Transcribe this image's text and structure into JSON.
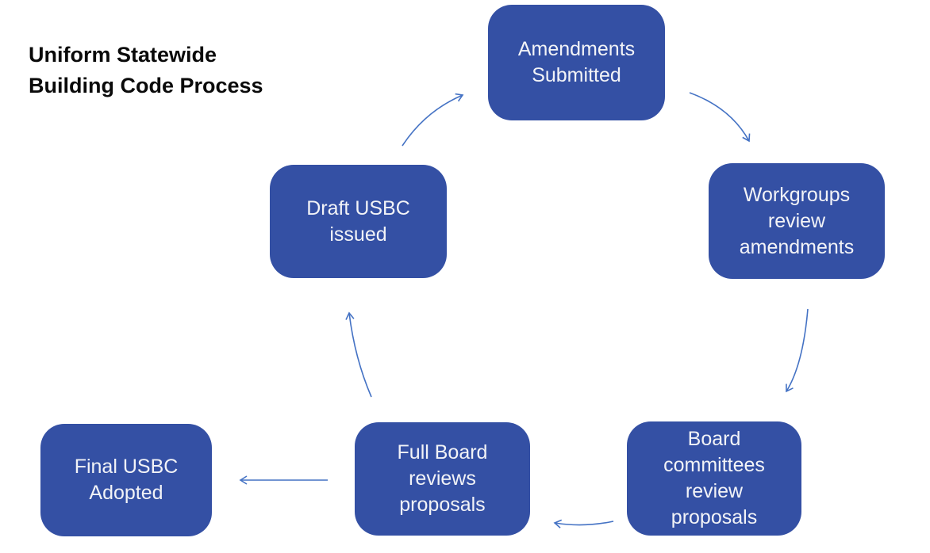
{
  "title": "Uniform Statewide\nBuilding Code Process",
  "colors": {
    "node_fill": "#3450A4",
    "node_text": "#F2F3F7",
    "arrow": "#4472C4",
    "title_text": "#0A0A0A",
    "background": "#FFFFFF"
  },
  "diagram": {
    "type": "cycle",
    "nodes": [
      {
        "id": "amendments-submitted",
        "label": "Amendments\nSubmitted"
      },
      {
        "id": "workgroups-review",
        "label": "Workgroups\nreview\namendments"
      },
      {
        "id": "board-committees-review",
        "label": "Board\ncommittees\nreview\nproposals"
      },
      {
        "id": "full-board-reviews",
        "label": "Full Board\nreviews\nproposals"
      },
      {
        "id": "final-usbc-adopted",
        "label": "Final USBC\nAdopted"
      },
      {
        "id": "draft-usbc-issued",
        "label": "Draft USBC\nissued"
      }
    ],
    "edges": [
      {
        "from": "draft-usbc-issued",
        "to": "amendments-submitted"
      },
      {
        "from": "amendments-submitted",
        "to": "workgroups-review"
      },
      {
        "from": "workgroups-review",
        "to": "board-committees-review"
      },
      {
        "from": "board-committees-review",
        "to": "full-board-reviews"
      },
      {
        "from": "full-board-reviews",
        "to": "final-usbc-adopted"
      },
      {
        "from": "full-board-reviews",
        "to": "draft-usbc-issued"
      }
    ]
  }
}
